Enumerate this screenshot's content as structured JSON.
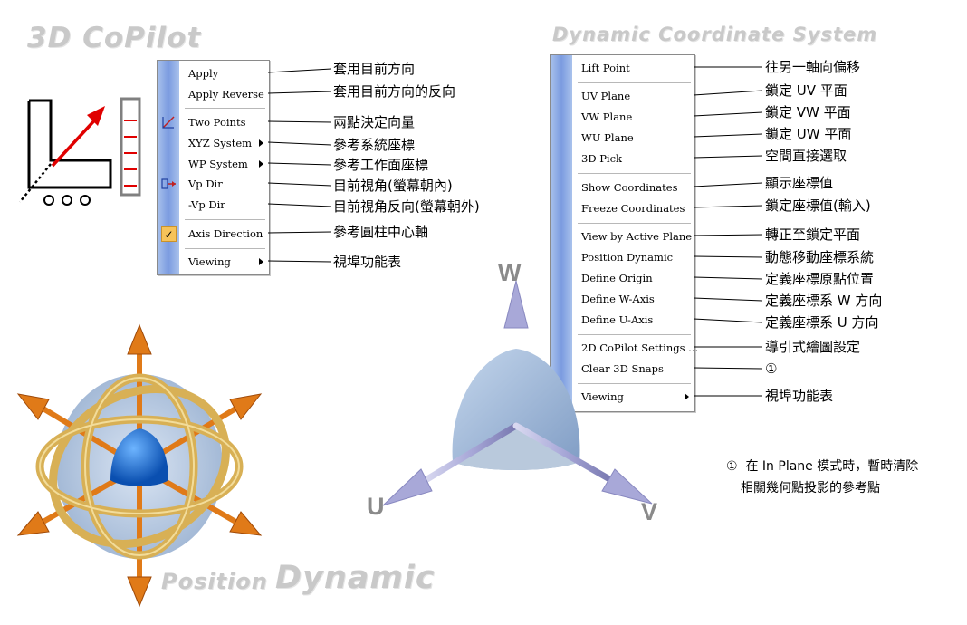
{
  "titles": {
    "copilot": "3D CoPilot",
    "dynamic_coord": "Dynamic Coordinate System",
    "position": "Position",
    "dynamic": "Dynamic"
  },
  "left_menu": {
    "items": [
      {
        "label": "Apply"
      },
      {
        "label": "Apply Reverse"
      },
      {
        "label": "Two Points"
      },
      {
        "label": "XYZ System"
      },
      {
        "label": "WP System"
      },
      {
        "label": "Vp Dir"
      },
      {
        "label": "-Vp Dir"
      },
      {
        "label": "Axis Direction"
      },
      {
        "label": "Viewing"
      }
    ],
    "check_mark": "✓"
  },
  "left_annotations": [
    "套用目前方向",
    "套用目前方向的反向",
    "兩點決定向量",
    "參考系統座標",
    "參考工作面座標",
    "目前視角(螢幕朝內)",
    "目前視角反向(螢幕朝外)",
    "參考圓柱中心軸",
    "視埠功能表"
  ],
  "right_menu": {
    "items": [
      {
        "label": "Lift Point"
      },
      {
        "label": "UV Plane"
      },
      {
        "label": "VW Plane"
      },
      {
        "label": "WU Plane"
      },
      {
        "label": "3D Pick"
      },
      {
        "label": "Show Coordinates"
      },
      {
        "label": "Freeze Coordinates"
      },
      {
        "label": "View by Active Plane"
      },
      {
        "label": "Position Dynamic"
      },
      {
        "label": "Define Origin"
      },
      {
        "label": "Define W-Axis"
      },
      {
        "label": "Define U-Axis"
      },
      {
        "label": "2D CoPilot Settings ..."
      },
      {
        "label": "Clear 3D Snaps"
      },
      {
        "label": "Viewing"
      }
    ]
  },
  "right_annotations": [
    "往另一軸向偏移",
    "鎖定 UV 平面",
    "鎖定 VW 平面",
    "鎖定 UW 平面",
    "空間直接選取",
    "顯示座標值",
    "鎖定座標值(輸入)",
    "轉正至鎖定平面",
    "動態移動座標系統",
    "定義座標原點位置",
    "定義座標系 W 方向",
    "定義座標系 U 方向",
    "導引式繪圖設定",
    "①",
    "視埠功能表"
  ],
  "axes": {
    "w": "W",
    "u": "U",
    "v": "V"
  },
  "note": {
    "marker": "①",
    "line1": "在 In Plane 模式時，暫時清除",
    "line2": "相關幾何點投影的參考點"
  },
  "colors": {
    "menu_strip": "#7b9be0",
    "check_bg": "#f6c35a",
    "copilot_arrow": "#e00000",
    "gizmo_orange": "#e07a18",
    "gizmo_gold": "#d8b055",
    "gizmo_core": "#1a6ed8",
    "axis_lavender": "#a8a8d8",
    "title_gray": "#c9c9c9"
  }
}
